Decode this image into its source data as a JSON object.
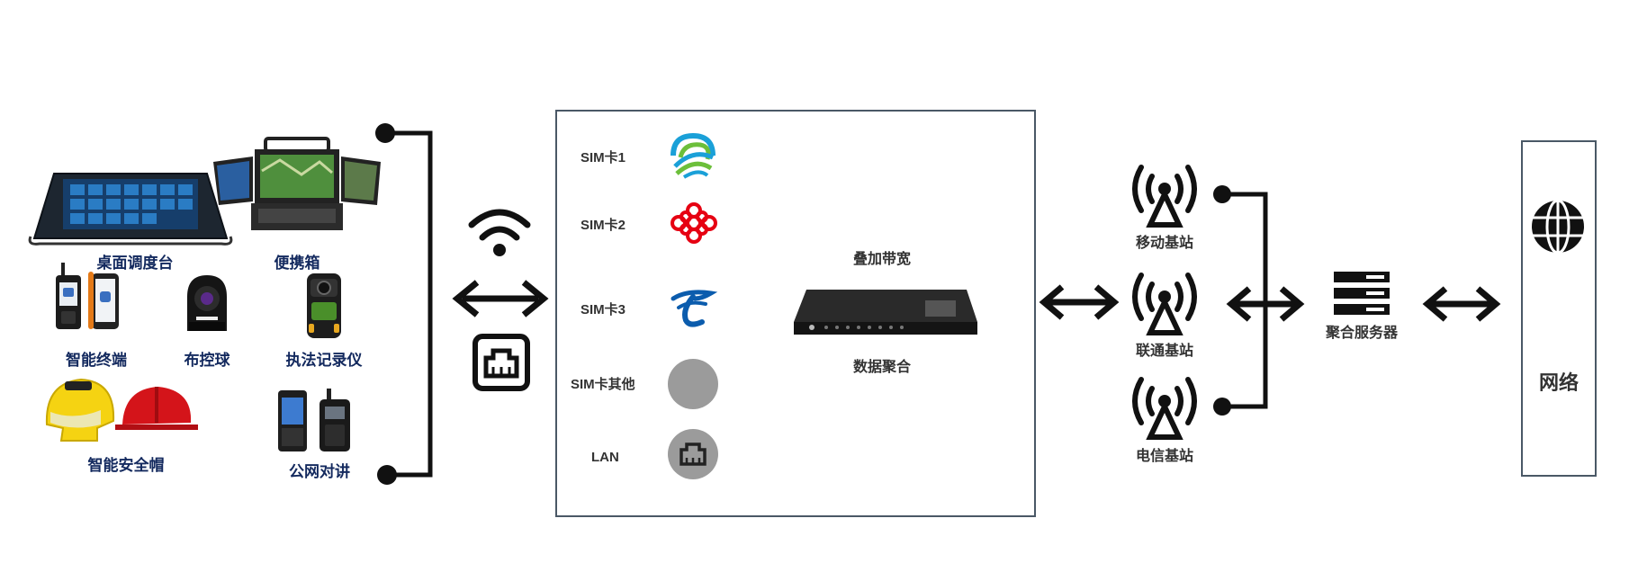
{
  "devices": {
    "desk_console": "桌面调度台",
    "portable_box": "便携箱",
    "smart_terminal": "智能终端",
    "dome_camera": "布控球",
    "law_recorder": "执法记录仪",
    "smart_helmet": "智能安全帽",
    "public_radio": "公网对讲"
  },
  "aggregator": {
    "channels": [
      {
        "label": "SIM卡1",
        "icon": "china-mobile-logo"
      },
      {
        "label": "SIM卡2",
        "icon": "china-unicom-logo"
      },
      {
        "label": "SIM卡3",
        "icon": "china-telecom-logo"
      },
      {
        "label": "SIM卡其他",
        "icon": "grey-circle"
      },
      {
        "label": "LAN",
        "icon": "ethernet-icon"
      }
    ],
    "top_label": "叠加带宽",
    "bottom_label": "数据聚合"
  },
  "base_stations": [
    {
      "label": "移动基站"
    },
    {
      "label": "联通基站"
    },
    {
      "label": "电信基站"
    }
  ],
  "server": {
    "label": "聚合服务器"
  },
  "network": {
    "label": "网络"
  },
  "colors": {
    "label_navy": "#13295e",
    "mobile_blue": "#1aa0d8",
    "mobile_green": "#6cbf3a",
    "unicom_red": "#e60012",
    "telecom_blue": "#0b5cad",
    "grey": "#9b9b9b",
    "frame": "#4a5866"
  }
}
